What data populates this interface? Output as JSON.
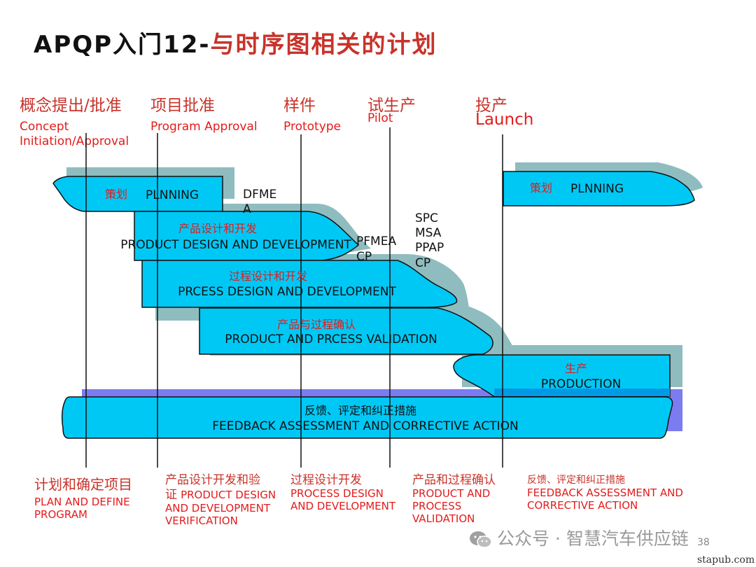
{
  "title": {
    "prefix": "APQP入门12-",
    "main": "与时序图相关的计划"
  },
  "colors": {
    "bar_fill": "#00c8f5",
    "bar_shadow": "#8fbcbf",
    "feedback_band": "#7b7cf0",
    "accent_red": "#e31b1b",
    "title_red": "#c8332b"
  },
  "milestones": [
    {
      "cn": "概念提出/批准",
      "en": [
        "Concept",
        "Initiation/Approval"
      ]
    },
    {
      "cn": "项目批准",
      "en": [
        "Program Approval"
      ]
    },
    {
      "cn": "样件",
      "en": [
        "Prototype"
      ]
    },
    {
      "cn": "试生产",
      "en": [
        "Pilot"
      ]
    },
    {
      "cn": "投产",
      "en": [
        "Launch"
      ]
    }
  ],
  "bars": {
    "planning": {
      "cn": "策划",
      "en": "PLNNING"
    },
    "planning2": {
      "cn": "策划",
      "en": "PLNNING"
    },
    "product_design": {
      "cn": "产品设计和开发",
      "en": "PRODUCT DESIGN AND DEVELOPMENT"
    },
    "process_design": {
      "cn": "过程设计和开发",
      "en": "PRCESS  DESIGN AND DEVELOPMENT"
    },
    "validation": {
      "cn": "产品与过程确认",
      "en": "PRODUCT  AND PRCESS  VALIDATION"
    },
    "production": {
      "cn": "生产",
      "en": "PRODUCTION"
    },
    "feedback": {
      "cn": "反馈、评定和纠正措施",
      "en": "FEEDBACK ASSESSMENT AND CORRECTIVE ACTION"
    }
  },
  "annotations": {
    "dfmea": [
      "DFME",
      "A"
    ],
    "pfmea": [
      "PFMEA",
      "CP"
    ],
    "spc": [
      "SPC",
      "MSA",
      "PPAP",
      "CP"
    ]
  },
  "phases": [
    {
      "cn": [
        "计划和确定项目"
      ],
      "en": [
        "PLAN AND DEFINE",
        "PROGRAM"
      ]
    },
    {
      "cn": [
        "产品设计开发和验",
        "证"
      ],
      "en_inline": "PRODUCT DESIGN",
      "en": [
        "AND DEVELOPMENT",
        "VERIFICATION"
      ]
    },
    {
      "cn": [
        "过程设计开发"
      ],
      "en": [
        "PROCESS DESIGN",
        "AND DEVELOPMENT"
      ]
    },
    {
      "cn": [
        "产品和过程确认"
      ],
      "en": [
        "PRODUCT AND",
        "PROCESS",
        "VALIDATION"
      ]
    },
    {
      "cn": [
        "反馈、评定和纠正措施"
      ],
      "en": [
        "FEEDBACK ASSESSMENT AND",
        "CORRECTIVE ACTION"
      ]
    }
  ],
  "watermark": "公众号 · 智慧汽车供应链",
  "page_number": "38",
  "site": "stapub.com"
}
